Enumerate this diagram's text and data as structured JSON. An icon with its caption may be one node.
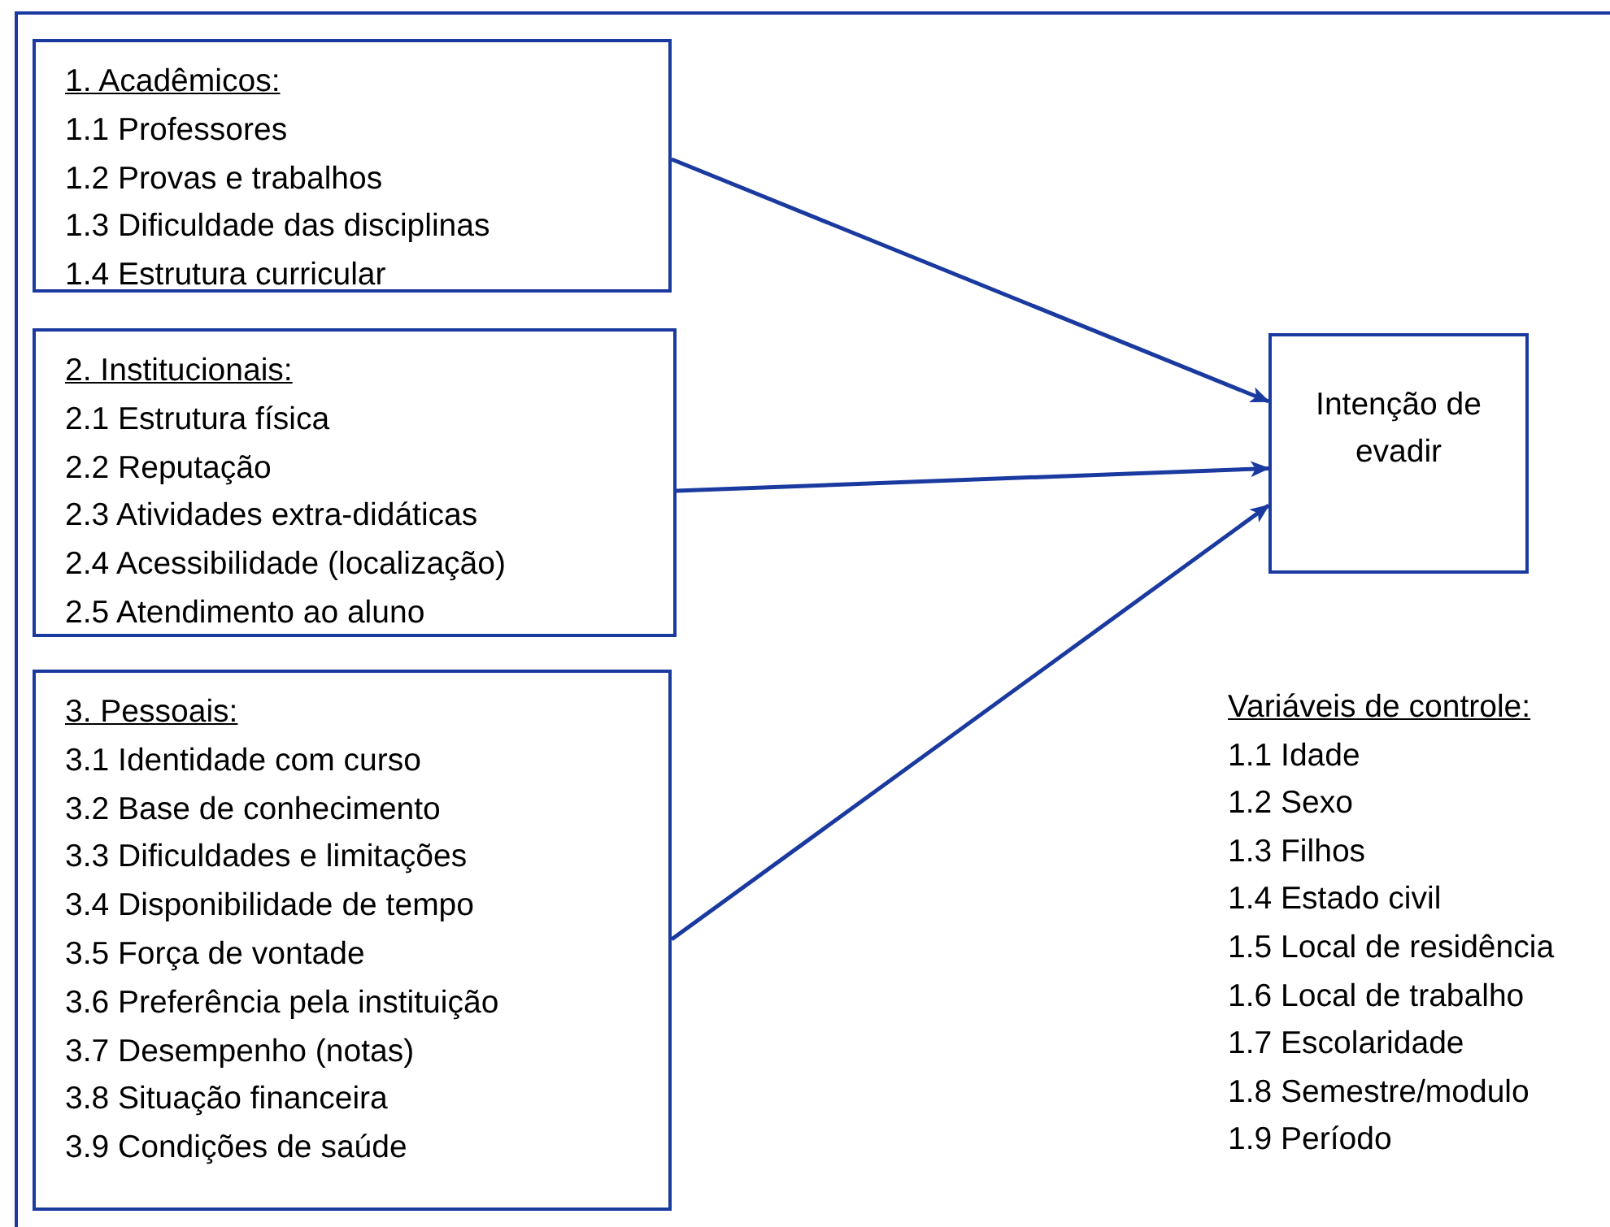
{
  "diagram": {
    "nodes": [
      {
        "text": [
          "1. Acadêmicos:",
          "1.1 Professores",
          "1.2 Provas e trabalhos",
          "1.3 Dificuldade das disciplinas",
          "1.4 Estrutura curricular"
        ]
      },
      {
        "text": [
          "2. Institucionais:",
          "2.1 Estrutura física",
          "2.2 Reputação",
          "2.3 Atividades extra-didáticas",
          "2.4 Acessibilidade (localização)",
          "2.5 Atendimento ao aluno"
        ]
      },
      {
        "text": [
          "3. Pessoais:",
          "3.1 Identidade com curso",
          "3.2 Base de conhecimento",
          "3.3 Dificuldades e limitações",
          "3.4 Disponibilidade de tempo",
          "3.5 Força de vontade",
          "3.6 Preferência pela instituição",
          "3.7 Desempenho (notas)",
          "3.8 Situação financeira",
          "3.9 Condições de saúde"
        ]
      },
      {
        "text": [
          "Intenção de evadir"
        ]
      }
    ],
    "edges": [
      {
        "from": 0,
        "to": 3,
        "arrow": "to"
      },
      {
        "from": 1,
        "to": 3,
        "arrow": "to"
      },
      {
        "from": 2,
        "to": 3,
        "arrow": "to"
      }
    ],
    "labels": [
      "Variáveis de controle:",
      "1.1 Idade",
      "1.2 Sexo",
      "1.3 Filhos",
      "1.4 Estado civil",
      "1.5 Local de residência",
      "1.6 Local de trabalho",
      "1.7 Escolaridade",
      "1.8 Semestre/modulo",
      "1.9 Período"
    ]
  }
}
